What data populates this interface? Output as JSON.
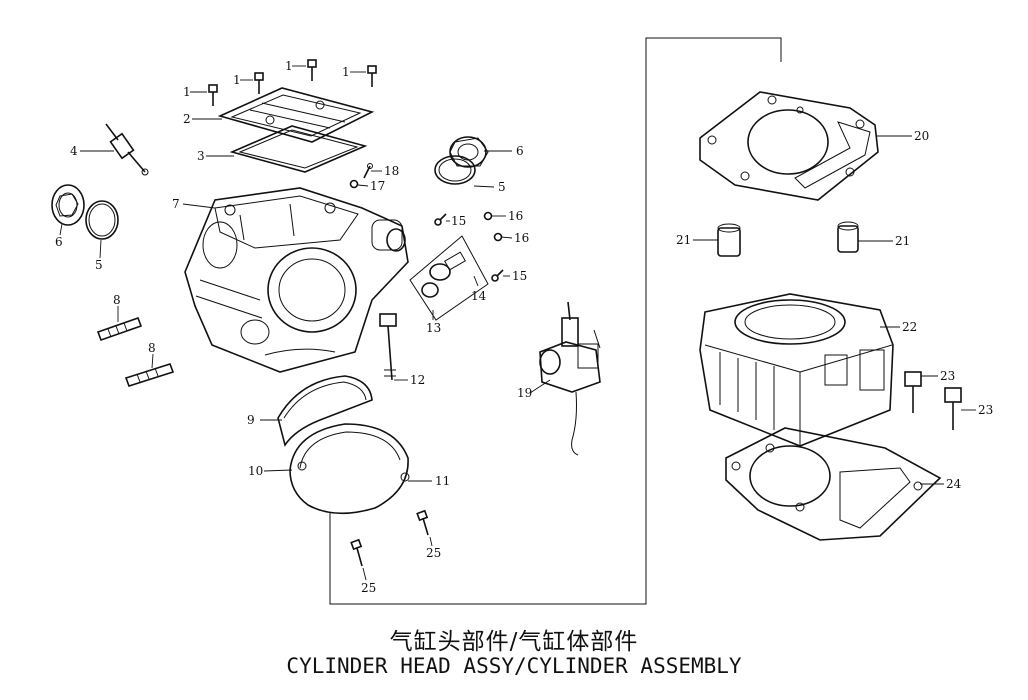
{
  "title_cn": "气缸头部件/气缸体部件",
  "title_en": "CYLINDER HEAD ASSY/CYLINDER ASSEMBLY",
  "callouts": [
    {
      "id": "1a",
      "text": "1"
    },
    {
      "id": "1b",
      "text": "1"
    },
    {
      "id": "1c",
      "text": "1"
    },
    {
      "id": "1d",
      "text": "1"
    },
    {
      "id": "2",
      "text": "2"
    },
    {
      "id": "3",
      "text": "3"
    },
    {
      "id": "4",
      "text": "4"
    },
    {
      "id": "5a",
      "text": "5"
    },
    {
      "id": "5b",
      "text": "5"
    },
    {
      "id": "6a",
      "text": "6"
    },
    {
      "id": "6b",
      "text": "6"
    },
    {
      "id": "7",
      "text": "7"
    },
    {
      "id": "8a",
      "text": "8"
    },
    {
      "id": "8b",
      "text": "8"
    },
    {
      "id": "9",
      "text": "9"
    },
    {
      "id": "10",
      "text": "10"
    },
    {
      "id": "11",
      "text": "11"
    },
    {
      "id": "12",
      "text": "12"
    },
    {
      "id": "13",
      "text": "13"
    },
    {
      "id": "14",
      "text": "14"
    },
    {
      "id": "15a",
      "text": "15"
    },
    {
      "id": "15b",
      "text": "15"
    },
    {
      "id": "16a",
      "text": "16"
    },
    {
      "id": "16b",
      "text": "16"
    },
    {
      "id": "17",
      "text": "17"
    },
    {
      "id": "18",
      "text": "18"
    },
    {
      "id": "19",
      "text": "19"
    },
    {
      "id": "20",
      "text": "20"
    },
    {
      "id": "21a",
      "text": "21"
    },
    {
      "id": "21b",
      "text": "21"
    },
    {
      "id": "22",
      "text": "22"
    },
    {
      "id": "23a",
      "text": "23"
    },
    {
      "id": "23b",
      "text": "23"
    },
    {
      "id": "24",
      "text": "24"
    },
    {
      "id": "25a",
      "text": "25"
    },
    {
      "id": "25b",
      "text": "25"
    }
  ]
}
